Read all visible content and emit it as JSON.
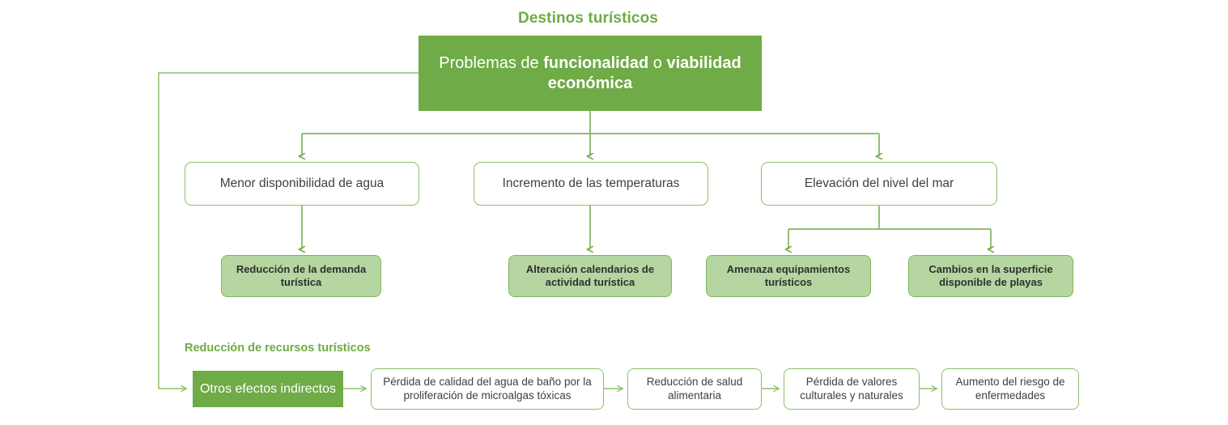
{
  "headings": {
    "destinos": "Destinos turísticos",
    "reduccion_recursos": "Reducción de recursos turísticos"
  },
  "root": {
    "text_part1": "Problemas de ",
    "text_bold1": "funcionalidad",
    "text_part2": " o ",
    "text_bold2": "viabilidad económica"
  },
  "level2": [
    {
      "id": "agua",
      "label": "Menor disponibilidad de agua"
    },
    {
      "id": "temperatura",
      "label": "Incremento de las temperaturas"
    },
    {
      "id": "mar",
      "label": "Elevación del nivel del mar"
    }
  ],
  "level3": [
    {
      "id": "demanda",
      "label": "Reducción de la demanda turística"
    },
    {
      "id": "calendario",
      "label": "Alteración calendarios de actividad turística"
    },
    {
      "id": "amenaza",
      "label": "Amenaza equipamientos turísticos"
    },
    {
      "id": "playas",
      "label": "Cambios en la superficie disponible de playas"
    }
  ],
  "bottom_chain": [
    {
      "id": "otros",
      "label": "Otros efectos indirectos"
    },
    {
      "id": "microalgas",
      "label": "Pérdida de calidad del agua de baño por la proliferación de microalgas tóxicas"
    },
    {
      "id": "salud",
      "label": "Reducción de salud alimentaria"
    },
    {
      "id": "valores",
      "label": "Pérdida de valores culturales y naturales"
    },
    {
      "id": "riesgo",
      "label": "Aumento del riesgo de enfermedades"
    }
  ],
  "colors": {
    "primary_green": "#6FAB46",
    "light_green_fill": "#B5D6A0",
    "outline_green": "#8CC06A",
    "connector_green": "#7FB75F",
    "text_dark": "#404040",
    "background": "#FFFFFF"
  }
}
